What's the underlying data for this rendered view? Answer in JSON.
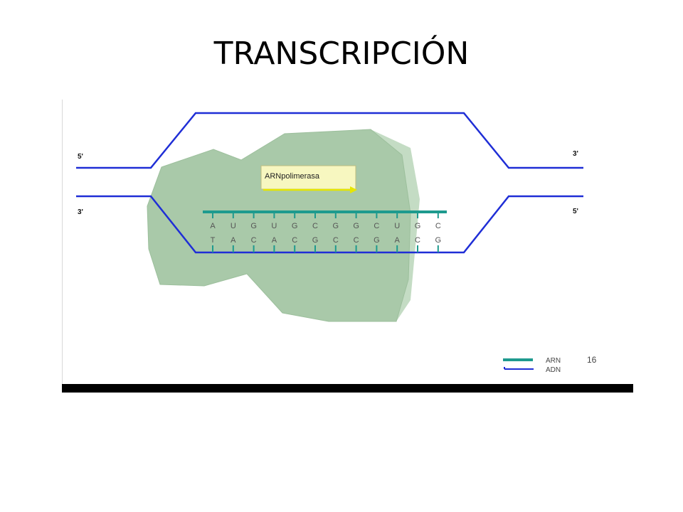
{
  "slide": {
    "title": "TRANSCRIPCIÓN",
    "page_number": "16"
  },
  "diagram": {
    "strand_labels": {
      "top_left": "5'",
      "top_right": "3'",
      "bottom_left": "3'",
      "bottom_right": "5'"
    },
    "enzyme_label": "ARNpolimerasa",
    "rna_bases": [
      "A",
      "U",
      "G",
      "U",
      "G",
      "C",
      "G",
      "G",
      "C",
      "U",
      "G",
      "C"
    ],
    "dna_bases": [
      "T",
      "A",
      "C",
      "A",
      "C",
      "G",
      "C",
      "C",
      "G",
      "A",
      "C",
      "G"
    ],
    "legend": {
      "rna": "ARN",
      "dna": "ADN"
    },
    "colors": {
      "dna": "#1f2ed6",
      "rna": "#1e9a8e",
      "enzyme_fill": "#a9c9a9",
      "enzyme_side": "#c4dcc4",
      "label_box": "#f7f7c0",
      "arrow": "#e6e600",
      "bottom_bar": "#000000"
    }
  }
}
